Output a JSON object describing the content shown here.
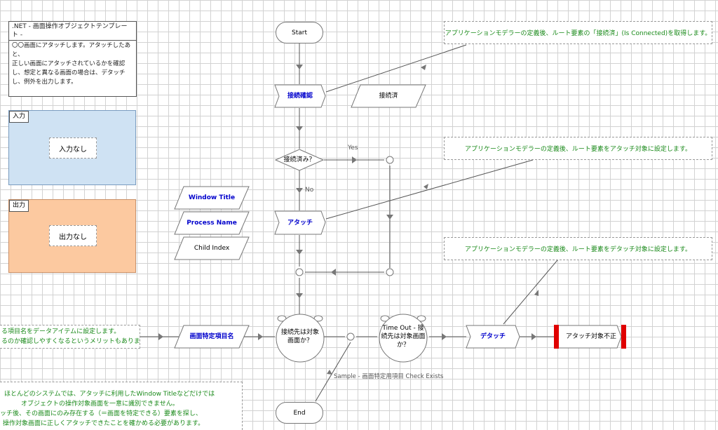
{
  "description_note": {
    "title": ".NET - 画面操作オブジェクトテンプレート -",
    "lines": [
      "〇〇画面にアタッチします。アタッチしたあと、",
      "正しい画面にアタッチされているかを確認",
      "し、想定と異なる画面の場合は、デタッチ",
      "し、例外を出力します。"
    ]
  },
  "input_section": {
    "title": "入力",
    "content": "入力なし"
  },
  "output_section": {
    "title": "出力",
    "content": "出力なし"
  },
  "stages": {
    "start": "Start",
    "end": "End",
    "connect_check": "接続確認",
    "connected_item": "接続済",
    "is_connected": "接続済み？",
    "yes": "Yes",
    "no": "No",
    "attach": "アタッチ",
    "window_title": "Window Title",
    "process_name": "Process Name",
    "child_index": "Child Index",
    "screen_item": "画面特定項目名",
    "is_target_screen": "接続先は対象画面か？",
    "timeout_check": "Time Out - 接続先は対象画面か？",
    "detach": "デタッチ",
    "invalid_attach": "アタッチ対象不正",
    "sample_link": "Sample - 画面特定用項目 Check Exists"
  },
  "notes": {
    "note1": "アプリケーションモデラーの定義後、ルート要素の「接続済」(Is Connected)を取得します。",
    "note2": "アプリケーションモデラーの定義後、ルート要素をアタッチ対象に設定します。",
    "note3": "アプリケーションモデラーの定義後、ルート要素をデタッチ対象に設定します。",
    "note4_lines": [
      "る項目名をデータアイテムに設定します。",
      "るのか確認しやすくなるというメリットもあります。"
    ],
    "note5_lines": [
      "ほとんどのシステムでは、アタッチに利用したWindow Titleなどだけでは",
      "オブジェクトの操作対象画面を一意に識別できません。",
      "ッチ後、その画面にのみ存在する（＝画面を特定できる）要素を探し、",
      "操作対象画面に正しくアタッチできたことを確かめる必要があります。"
    ]
  },
  "colors": {
    "input_bg": "#cfe2f3",
    "output_bg": "#fcc9a0",
    "note_text": "#1a8a1a",
    "label_blue": "#0000cc",
    "red_bar": "#e00000"
  }
}
